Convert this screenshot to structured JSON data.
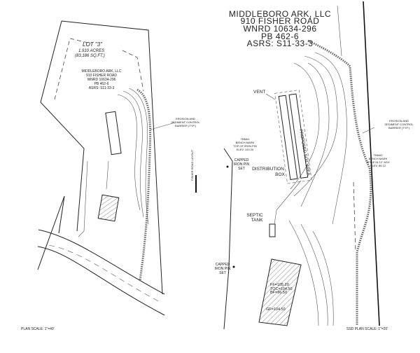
{
  "left_plan": {
    "lot_label": "LOT \"3\"",
    "lot_area_acres": "1.910 ACRES",
    "lot_area_sqft": "(83,186 SQ.FT.)",
    "owner_block": [
      "MIDDLEBORO ARK, LLC",
      "910 FISHER ROAD",
      "WNRD 10634-296",
      "PB 462-6",
      "ASRS: S11-33-3"
    ],
    "erosion_label": [
      "EROSION AND",
      "SEDIMENT CONTROL",
      "BARRIER (TYP.)"
    ],
    "road_label": "FISHER ROAD LAYOUT",
    "scale": "PLAN SCALE:  1\"=40'"
  },
  "right_plan": {
    "owner_block": [
      "MIDDLEBORO ARK, LLC",
      "910 FISHER ROAD",
      "WNRD 10634-296",
      "PB 462-6",
      "ASRS: S11-33-3"
    ],
    "vent": "VENT",
    "distribution_box": [
      "DISTRIBUTION",
      "BOX"
    ],
    "septic_tank": [
      "SEPTIC",
      "TANK"
    ],
    "capped_pin_1": [
      "CAPPED",
      "IRON PIN",
      "SET"
    ],
    "capped_pin_2": [
      "CAPPED",
      "IRON PIN",
      "SET"
    ],
    "bench_mark_1": [
      "TBM#1",
      "BENCH MARK",
      "TOP OF IRON PIN",
      "ELEV. 103.20"
    ],
    "bench_mark_2": [
      "TBM#2",
      "BENCH MARK",
      "SPIKE IN 12\" ASH",
      "ELEV. 85.12"
    ],
    "erosion_label": [
      "EROSION AND",
      "SEDIMENT CONTROL",
      "BARRIER (TYP.)"
    ],
    "soil_area": [
      "PROPOSED",
      "SOIL",
      "AREA"
    ],
    "elevations": [
      "FF=105.20",
      "TOC=104.50",
      "BF=96.50",
      "GF=104.50"
    ],
    "scale": "SSD PLAN SCALE:  1\"=20'"
  }
}
